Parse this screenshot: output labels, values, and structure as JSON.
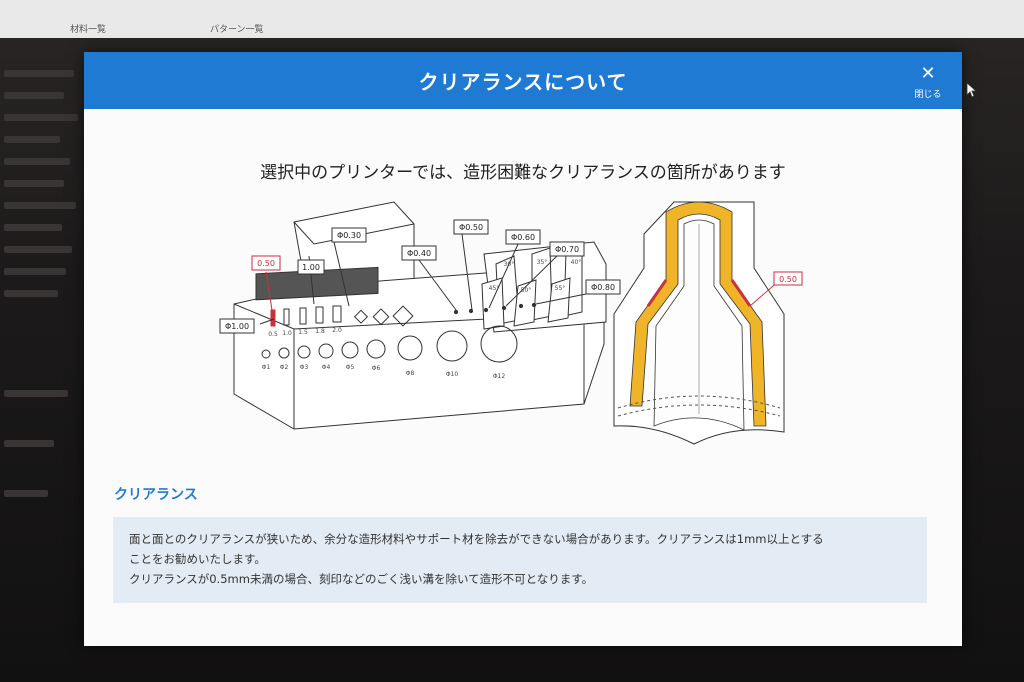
{
  "background": {
    "tabs": [
      "材料一覧",
      "パターン一覧"
    ]
  },
  "modal": {
    "title": "クリアランスについて",
    "close_label": "閉じる",
    "close_icon": "close-icon",
    "subtitle": "選択中のプリンターでは、造形困難なクリアランスの箇所があります",
    "figure": {
      "callouts_block": [
        "0.50",
        "1.00",
        "Φ0.30",
        "Φ0.40",
        "Φ0.50",
        "Φ0.60",
        "Φ0.70",
        "Φ0.80",
        "Φ1.00"
      ],
      "slot_ticks": [
        "0.5",
        "1.0",
        "1.5",
        "1.8",
        "2.0"
      ],
      "hole_ticks": [
        "Φ1",
        "Φ2",
        "Φ3",
        "Φ4",
        "Φ5",
        "Φ6",
        "Φ8",
        "Φ10",
        "Φ12"
      ],
      "pin_angles": [
        "30°",
        "35°",
        "40°",
        "45°",
        "50°",
        "55°"
      ],
      "callout_tube": "0.50"
    },
    "section_heading": "クリアランス",
    "description": {
      "line1": "面と面とのクリアランスが狭いため、余分な造形材料やサポート材を除去ができない場合があります。クリアランスは1mm以上とする",
      "line2": "ことをお勧めいたします。",
      "line3": "クリアランスが0.5mm未満の場合、刻印などのごく浅い溝を除いて造形不可となります。"
    },
    "colors": {
      "header": "#1f7ad4",
      "accent_red": "#c8323c",
      "tube_orange": "#f0b429",
      "desc_bg": "#e3ebf4"
    }
  }
}
